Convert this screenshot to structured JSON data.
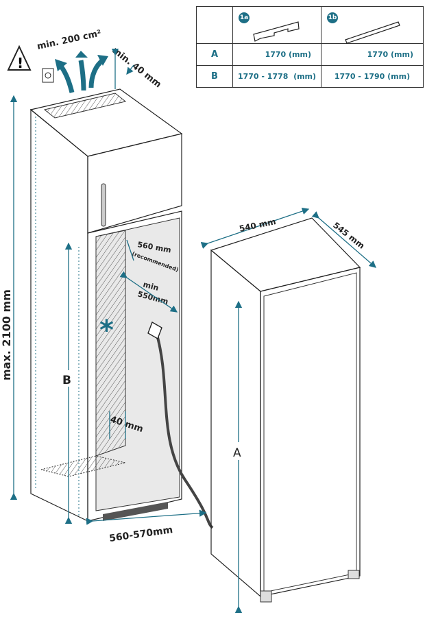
{
  "table": {
    "headers": [
      "",
      "1a",
      "1b"
    ],
    "rows": [
      {
        "label": "A",
        "values": [
          "1770 (mm)",
          "1770 (mm)"
        ]
      },
      {
        "label": "B",
        "values": [
          "1770 - 1778  (mm)",
          "1770 - 1790 (mm)"
        ]
      }
    ]
  },
  "labels": {
    "ventilation": "min. 200 cm²",
    "top_gap": "min. 40 mm",
    "max_height": "max. 2100 mm",
    "recommended_depth": "560 mm",
    "recommended_note": "(recommended)",
    "min_depth_1": "min",
    "min_depth_2": "550mm",
    "niche_height": "B",
    "back_gap": "40 mm",
    "niche_width": "560-570mm",
    "appliance_width": "540 mm",
    "appliance_depth": "545 mm",
    "appliance_height": "A",
    "asterisk": "*"
  },
  "colors": {
    "accent": "#1d6f86",
    "panel": "#9b9b9b",
    "niche": "#e9e9e9"
  }
}
